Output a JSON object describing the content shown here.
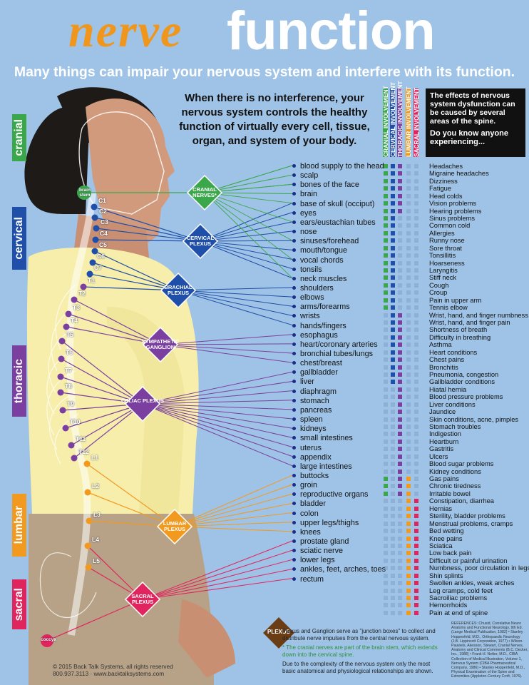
{
  "title": {
    "part1": "nerve",
    "part2": "function"
  },
  "subtitle": "Many things can impair your nervous system and interfere with its function.",
  "intro": "When there is no interference, your nervous system controls the healthy function of virtually every cell, tissue, organ, and system of your body.",
  "effects_box": {
    "text": "The effects of nervous system dysfunction can be caused by several areas of the spine.",
    "question": "Do you know anyone experiencing..."
  },
  "involvement_columns": [
    {
      "label": "CRANIAL INVOLVEMENT",
      "color": "#3aa84a"
    },
    {
      "label": "CERVICAL INVOLVEMENT",
      "color": "#1f4fa8"
    },
    {
      "label": "THORACIC INVOLVEMENT",
      "color": "#7b3fa0"
    },
    {
      "label": "LUMBAR INVOLVEMENT",
      "color": "#f29a1f"
    },
    {
      "label": "SACRAL INVOLVEMENT",
      "color": "#e0245e"
    }
  ],
  "regions": [
    {
      "label": "cranial",
      "color": "#3aa84a"
    },
    {
      "label": "cervical",
      "color": "#1f4fa8"
    },
    {
      "label": "thoracic",
      "color": "#7b3fa0"
    },
    {
      "label": "lumbar",
      "color": "#f29a1f"
    },
    {
      "label": "sacral",
      "color": "#e0245e"
    }
  ],
  "vertebrae": [
    "brain stem",
    "C1",
    "C2",
    "C3",
    "C4",
    "C5",
    "C6",
    "C7",
    "T1",
    "T2",
    "T3",
    "T4",
    "T5",
    "T6",
    "T7",
    "T8",
    "T9",
    "T10",
    "T11",
    "T12",
    "L1",
    "L2",
    "L3",
    "L4",
    "L5",
    "coccyx"
  ],
  "plexuses": [
    {
      "label": "CRANIAL NERVES*",
      "color": "#3aa84a"
    },
    {
      "label": "CERVICAL PLEXUS",
      "color": "#1f4fa8"
    },
    {
      "label": "BRACHIAL PLEXUS",
      "color": "#1f4fa8"
    },
    {
      "label": "SYMPATHETIC GANGLION",
      "color": "#7b3fa0"
    },
    {
      "label": "CELIAC PLEXUS",
      "color": "#7b3fa0"
    },
    {
      "label": "LUMBAR PLEXUS",
      "color": "#f29a1f"
    },
    {
      "label": "SACRAL PLEXUS",
      "color": "#e0245e"
    }
  ],
  "organs": [
    "blood supply to the head",
    "scalp",
    "bones of the face",
    "brain",
    "base of skull (occiput)",
    "eyes",
    "ears/eustachian tubes",
    "nose",
    "sinuses/forehead",
    "mouth/tongue",
    "vocal chords",
    "tonsils",
    "neck muscles",
    "shoulders",
    "elbows",
    "arms/forearms",
    "wrists",
    "hands/fingers",
    "esophagus",
    "heart/coronary arteries",
    "bronchial tubes/lungs",
    "chest/breast",
    "gallbladder",
    "liver",
    "diaphragm",
    "stomach",
    "pancreas",
    "spleen",
    "kidneys",
    "small intestines",
    "uterus",
    "appendix",
    "large intestines",
    "buttocks",
    "groin",
    "reproductive organs",
    "bladder",
    "colon",
    "upper legs/thighs",
    "knees",
    "prostate gland",
    "sciatic nerve",
    "lower legs",
    "ankles, feet, arches, toes",
    "rectum"
  ],
  "conditions": [
    "Headaches",
    "Migraine headaches",
    "Dizziness",
    "Fatigue",
    "Head colds",
    "Vision problems",
    "Hearing problems",
    "Sinus problems",
    "Common cold",
    "Allergies",
    "Runny nose",
    "Sore throat",
    "Tonsillitis",
    "Hoarseness",
    "Laryngitis",
    "Stiff neck",
    "Cough",
    "Croup",
    "Pain in upper arm",
    "Tennis elbow",
    "Wrist, hand, and finger numbness",
    "Wrist, hand, and finger pain",
    "Shortness of breath",
    "Difficulty in breathing",
    "Asthma",
    "Heart conditions",
    "Chest pains",
    "Bronchitis",
    "Pneumonia, congestion",
    "Gallbladder conditions",
    "Hiatal hernia",
    "Blood pressure problems",
    "Liver conditions",
    "Jaundice",
    "Skin conditions, acne, pimples",
    "Stomach troubles",
    "Indigestion",
    "Heartburn",
    "Gastritis",
    "Ulcers",
    "Blood sugar problems",
    "Kidney conditions",
    "Gas pains",
    "Chronic tiredness",
    "Irritable bowel",
    "Constipation, diarrhea",
    "Hernias",
    "Sterility, bladder problems",
    "Menstrual problems, cramps",
    "Bed wetting",
    "Knee pains",
    "Sciatica",
    "Low back pain",
    "Difficult or painful urination",
    "Numbness, poor circulation in legs",
    "Shin splints",
    "Swollen ankles, weak arches",
    "Leg cramps, cold feet",
    "Sacroiliac problems",
    "Hemorrhoids",
    "Pain at end of spine"
  ],
  "plexus_legend": {
    "badge": "PLEXUS",
    "line1": "Plexus and Ganglion serve as \"junction boxes\" to collect and distribute nerve impulses from the central nervous system.",
    "line2": "* The cranial nerves are part of the brain stem, which extends down into the cervical spine.",
    "line3": "Due to the complexity of the nervous system only the most basic anatomical and physiological relationships are shown."
  },
  "references": "REFERENCES: Chusid, Correlative Neuro Anatomy and Functional Neurology, 9th Ed. (Lange Medical Publication, 1982) • Stanley Hoppenfeld, M.D., Orthopaedic Neurology (J.B. Lippincott Corporation, 1977) • Wilson-Pauwels, Akesson, Stewart, Cranial Nerves, Anatomy and Clinical Comments (B.C. Decker, Inc., 1988) • Frank H. Netter, M.D., CIBA Collection of Medical Illustration, Volume 1, Nervous System (CIBA Pharmaceutical Company, 1986) • Stanley Hoppenfeld, M.D., Physical Examination of the Spine and Extremities (Appleton-Century Croft, 1976).",
  "footer": {
    "copyright": "© 2015 Back Talk Systems, all rights reserved",
    "contact": "800.937.3113 · www.backtalksystems.com"
  }
}
